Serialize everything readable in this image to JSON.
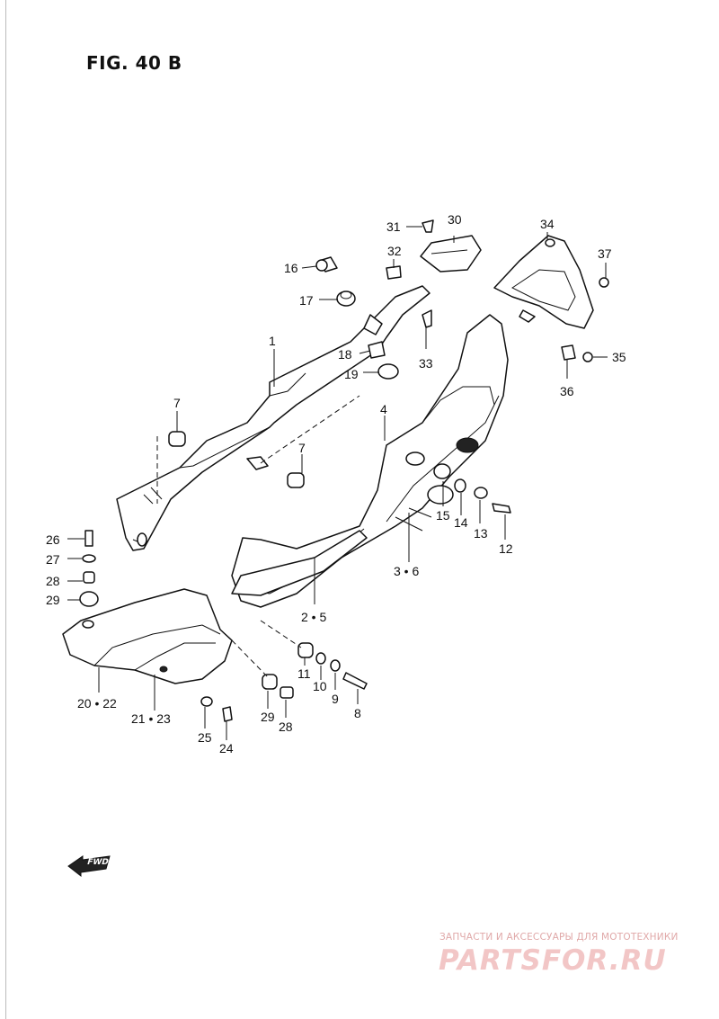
{
  "figure": {
    "title": "FIG. 40 B"
  },
  "callouts": {
    "c1": "1",
    "c2_5": "2 • 5",
    "c3_6": "3 • 6",
    "c4": "4",
    "c7a": "7",
    "c7b": "7",
    "c8": "8",
    "c9": "9",
    "c10": "10",
    "c11": "11",
    "c12": "12",
    "c13": "13",
    "c14": "14",
    "c15": "15",
    "c16": "16",
    "c17": "17",
    "c18": "18",
    "c19": "19",
    "c20_22": "20 • 22",
    "c21_23": "21 • 23",
    "c24": "24",
    "c25": "25",
    "c26": "26",
    "c27": "27",
    "c28a": "28",
    "c28b": "28",
    "c29a": "29",
    "c29b": "29",
    "c30": "30",
    "c31": "31",
    "c32": "32",
    "c33": "33",
    "c34": "34",
    "c35": "35",
    "c36": "36",
    "c37": "37"
  },
  "fwd_label": "FWD",
  "watermark": {
    "line1": "ЗАПЧАСТИ И АКСЕССУАРЫ ДЛЯ МОТОТЕХНИКИ",
    "line2": "PARTSFOR.RU",
    "color": "#e8a0a0"
  }
}
